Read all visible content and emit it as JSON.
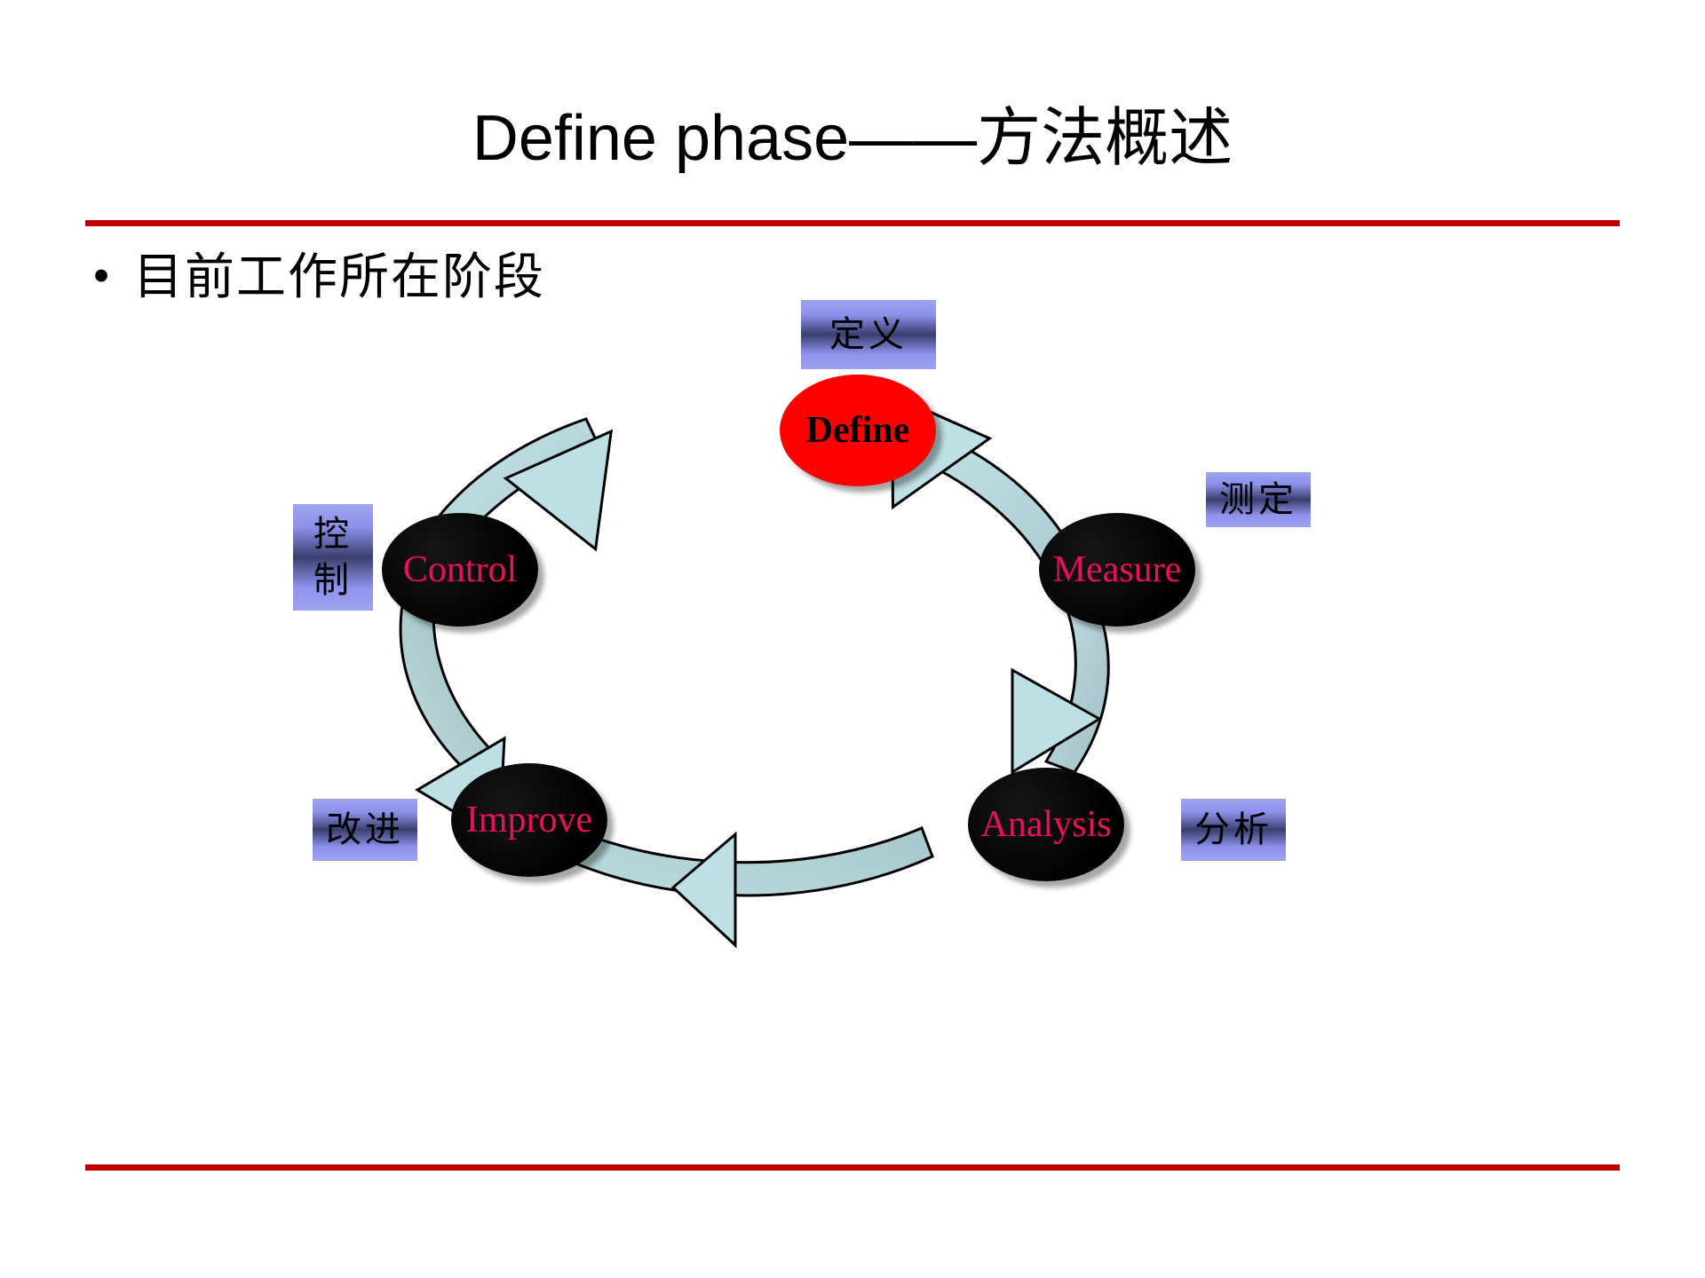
{
  "slide": {
    "title": "Define phase——方法概述",
    "bullet_marker": "•",
    "bullet_text": "目前工作所在阶段",
    "rule_color": "#C00000"
  },
  "diagram": {
    "type": "dmaic-cycle",
    "direction": "counter-clockwise",
    "ring_color": "#BEDFE3",
    "ring_outline": "#000000",
    "nodes": [
      {
        "id": "define",
        "label": "Define",
        "cn_label": "定义",
        "fill": "#FE0000",
        "text_color": "#000000",
        "active": true
      },
      {
        "id": "measure",
        "label": "Measure",
        "cn_label": "测定",
        "fill": "#000000",
        "text_color": "#E8115B",
        "active": false
      },
      {
        "id": "analysis",
        "label": "Analysis",
        "cn_label": "分析",
        "fill": "#000000",
        "text_color": "#E8115B",
        "active": false
      },
      {
        "id": "improve",
        "label": "Improve",
        "cn_label": "改进",
        "fill": "#000000",
        "text_color": "#E8115B",
        "active": false
      },
      {
        "id": "control",
        "label": "Control",
        "cn_label_line1": "控",
        "cn_label_line2": "制",
        "fill": "#000000",
        "text_color": "#E8115B",
        "active": false
      }
    ]
  }
}
